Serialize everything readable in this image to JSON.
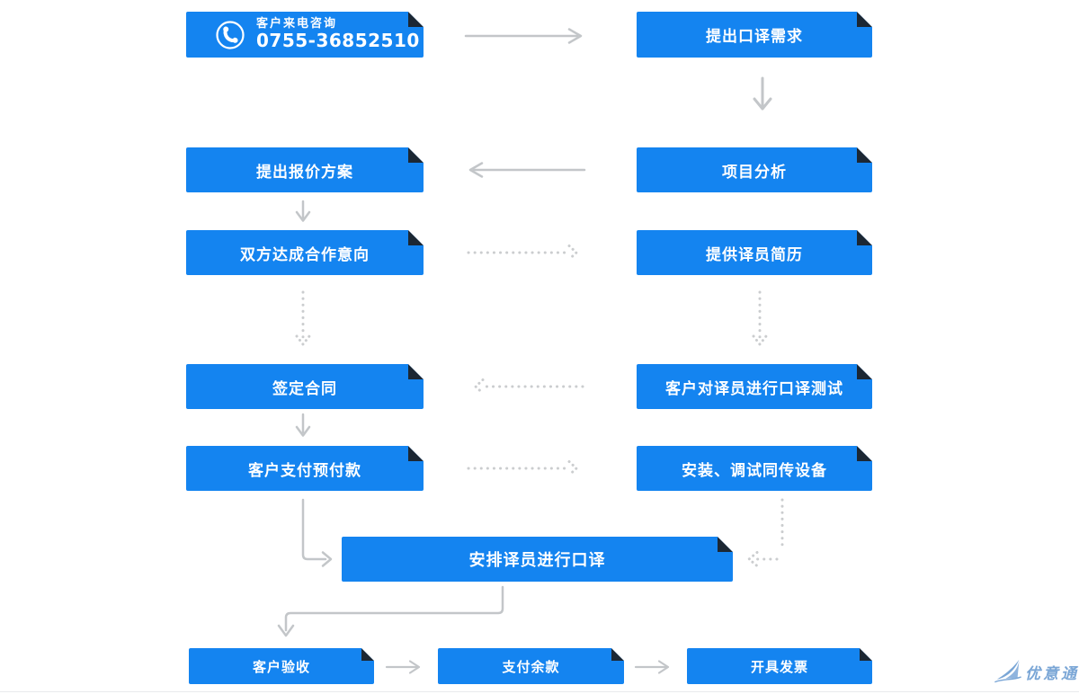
{
  "flow": {
    "contact": {
      "line1": "客户来电咨询",
      "line2": "0755-36852510"
    },
    "nodes": {
      "demand": "提出口译需求",
      "analysis": "项目分析",
      "quote": "提出报价方案",
      "agreement": "双方达成合作意向",
      "resume": "提供译员简历",
      "contract": "签定合同",
      "test": "客户对译员进行口译测试",
      "prepay": "客户支付预付款",
      "equipment": "安装、调试同传设备",
      "arrange": "安排译员进行口译",
      "acceptance": "客户验收",
      "balance": "支付余款",
      "invoice": "开具发票"
    },
    "logo_text": "优意通",
    "colors": {
      "box_blue": "#1484f0",
      "fold_dark": "#1c2733",
      "arrow_gray": "#c3c6c9",
      "dot_gray": "#cbcdcf",
      "logo_blue": "#7aa6d6"
    }
  }
}
